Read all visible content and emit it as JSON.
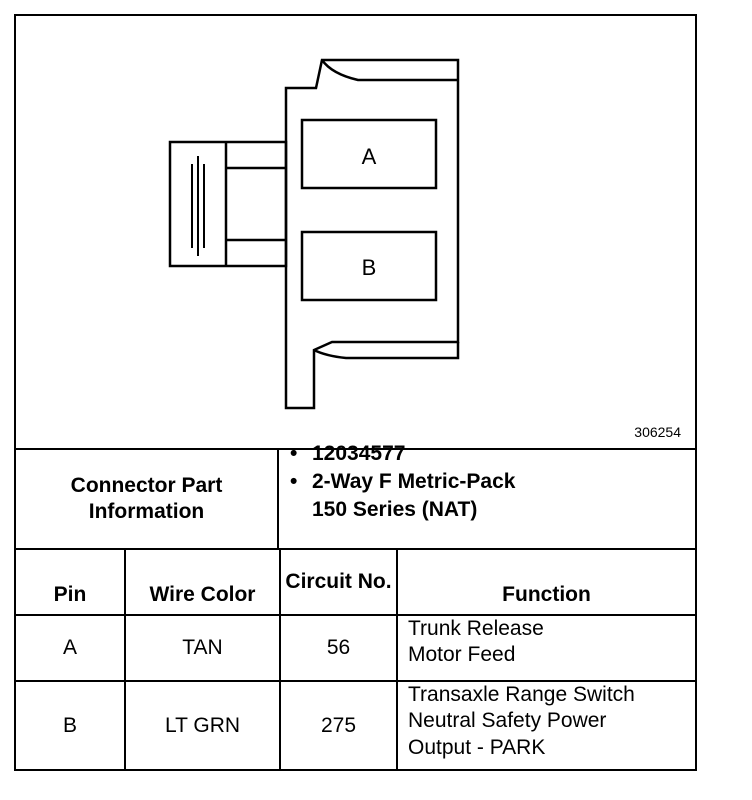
{
  "figure": {
    "id": "306254"
  },
  "connector": {
    "cavities": [
      "A",
      "B"
    ]
  },
  "info": {
    "label": "Connector Part Information",
    "items": [
      "12034577",
      "2-Way F Metric-Pack",
      "150 Series (NAT)"
    ]
  },
  "table": {
    "headers": {
      "pin": "Pin",
      "wire_color": "Wire Color",
      "circuit_no": "Circuit No.",
      "function": "Function"
    },
    "rows": [
      {
        "pin": "A",
        "wire_color": "TAN",
        "circuit": "56",
        "function": [
          "Trunk Release",
          "Motor Feed"
        ]
      },
      {
        "pin": "B",
        "wire_color": "LT GRN",
        "circuit": "275",
        "function": [
          "Transaxle Range Switch",
          "Neutral Safety Power",
          "Output - PARK"
        ]
      }
    ]
  }
}
